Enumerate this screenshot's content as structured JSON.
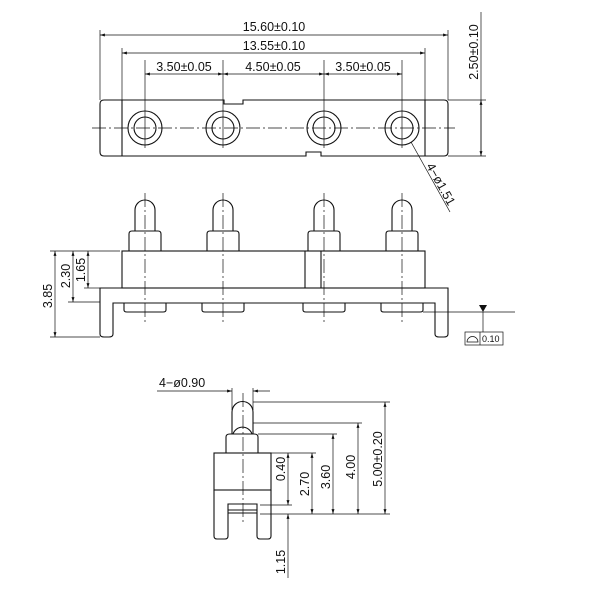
{
  "top_view": {
    "overall_length": "15.60±0.10",
    "body_length": "13.55±0.10",
    "pitch_1": "3.50±0.05",
    "pitch_2": "4.50±0.05",
    "pitch_3": "3.50±0.05",
    "width": "2.50±0.10",
    "hole_callout": "4−ø1.51"
  },
  "front_view": {
    "height_total": "3.85",
    "height_body_plate": "2.30",
    "height_body": "1.65",
    "flatness_value": "0.10"
  },
  "side_view": {
    "pin_diameter": "4−ø0.90",
    "dim_0_40": "0.40",
    "dim_2_70": "2.70",
    "dim_3_60": "3.60",
    "dim_4_00": "4.00",
    "dim_5_00": "5.00±0.20",
    "dim_1_15": "1.15"
  }
}
